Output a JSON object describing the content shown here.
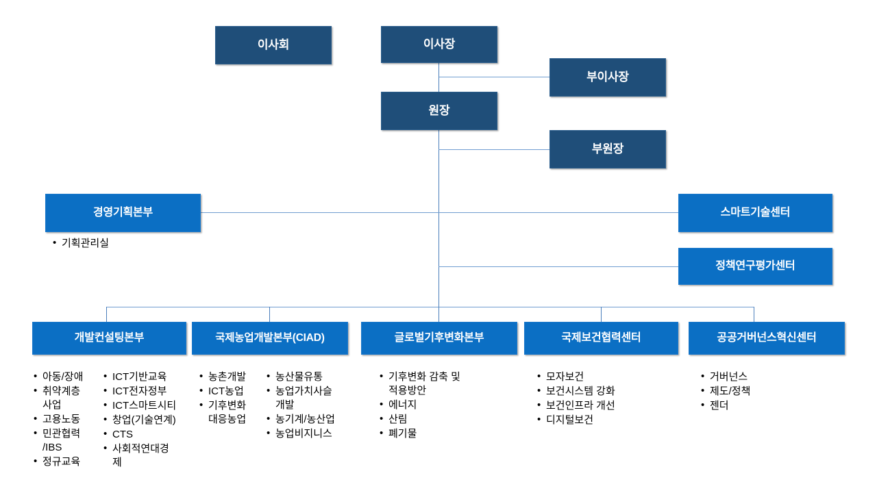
{
  "chart_data": {
    "type": "diagram",
    "title": "",
    "palette": {
      "navy": "#1F4E79",
      "blue": "#0B6FC4",
      "line": "#4a7ebb",
      "text_on_box": "#FFFFFF",
      "bullet_text": "#000000",
      "background": "#FFFFFF"
    },
    "levels": [
      {
        "name": "board",
        "nodes": [
          "이사회",
          "이사장",
          "부이사장"
        ]
      },
      {
        "name": "president",
        "nodes": [
          "원장",
          "부원장"
        ]
      },
      {
        "name": "mid",
        "nodes": [
          "경영기획본부",
          "스마트기술센터",
          "정책연구평가센터"
        ]
      },
      {
        "name": "divisions",
        "nodes": [
          "개발컨설팅본부",
          "국제농업개발본부(CIAD)",
          "글로벌기후변화본부",
          "국제보건협력센터",
          "공공거버넌스혁신센터"
        ]
      }
    ]
  },
  "nodes": {
    "board_of_directors": {
      "label": "이사회"
    },
    "chairman": {
      "label": "이사장"
    },
    "vice_chairman": {
      "label": "부이사장"
    },
    "president": {
      "label": "원장"
    },
    "vice_president": {
      "label": "부원장"
    },
    "management_planning": {
      "label": "경영기획본부"
    },
    "smart_tech_center": {
      "label": "스마트기술센터"
    },
    "policy_research_center": {
      "label": "정책연구평가센터"
    },
    "development_consulting": {
      "label": "개발컨설팅본부"
    },
    "ciad": {
      "label": "국제농업개발본부(CIAD)"
    },
    "global_climate": {
      "label": "글로벌기후변화본부"
    },
    "intl_health": {
      "label": "국제보건협력센터"
    },
    "public_governance": {
      "label": "공공거버넌스혁신센터"
    }
  },
  "bullets": {
    "management_planning": [
      "기획관리실"
    ],
    "development_consulting_col1": [
      "아동/장애",
      "취약계층\n사업",
      "고용노동",
      "민관협력\n/IBS",
      "정규교육"
    ],
    "development_consulting_col2": [
      "ICT기반교육",
      "ICT전자정부",
      "ICT스마트시티",
      "창업(기술연계)",
      "CTS",
      "사회적연대경\n제"
    ],
    "ciad_col1": [
      "농촌개발",
      "ICT농업",
      "기후변화\n대응농업"
    ],
    "ciad_col2": [
      "농산물유통",
      "농업가치사슬\n개발",
      "농기계/농산업",
      "농업비지니스"
    ],
    "global_climate": [
      "기후변화 감축 및\n적용방안",
      "에너지",
      "산림",
      "폐기물"
    ],
    "intl_health": [
      "모자보건",
      "보건시스템 강화",
      "보건인프라 개선",
      "디지털보건"
    ],
    "public_governance": [
      "거버넌스",
      "제도/정책",
      "젠더"
    ]
  }
}
